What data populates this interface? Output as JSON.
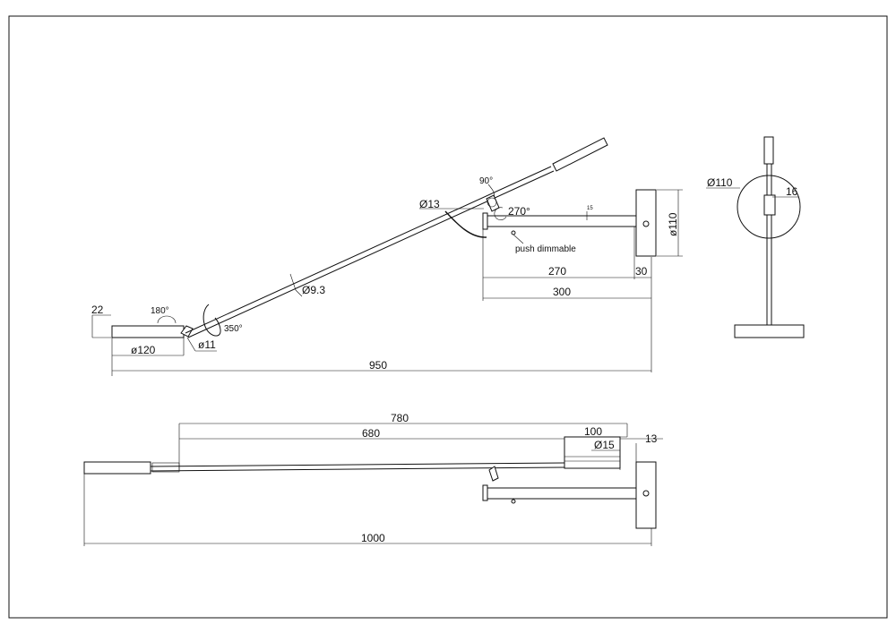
{
  "side_view": {
    "dims": {
      "base_height": "22",
      "base_rotation": "180°",
      "base_diameter": "ø120",
      "arm_rotation": "350°",
      "joint_diameter": "ø11",
      "rod_diameter": "Ø9.3",
      "arm_tilt": "90°",
      "pivot_diameter": "Ø13",
      "pivot_rotation": "270°",
      "small_mark": "15",
      "plate_diameter": "ø110",
      "bracket_length": "270",
      "plate_thickness": "30",
      "bracket_total": "300",
      "overall_length": "950"
    },
    "note": "push dimmable"
  },
  "end_view": {
    "dims": {
      "head_diameter": "Ø110",
      "head_depth": "16"
    }
  },
  "top_view": {
    "dims": {
      "span_780": "780",
      "span_680": "680",
      "offset_100": "100",
      "tube_diameter": "Ø15",
      "wall_offset": "13",
      "overall_length": "1000"
    }
  }
}
